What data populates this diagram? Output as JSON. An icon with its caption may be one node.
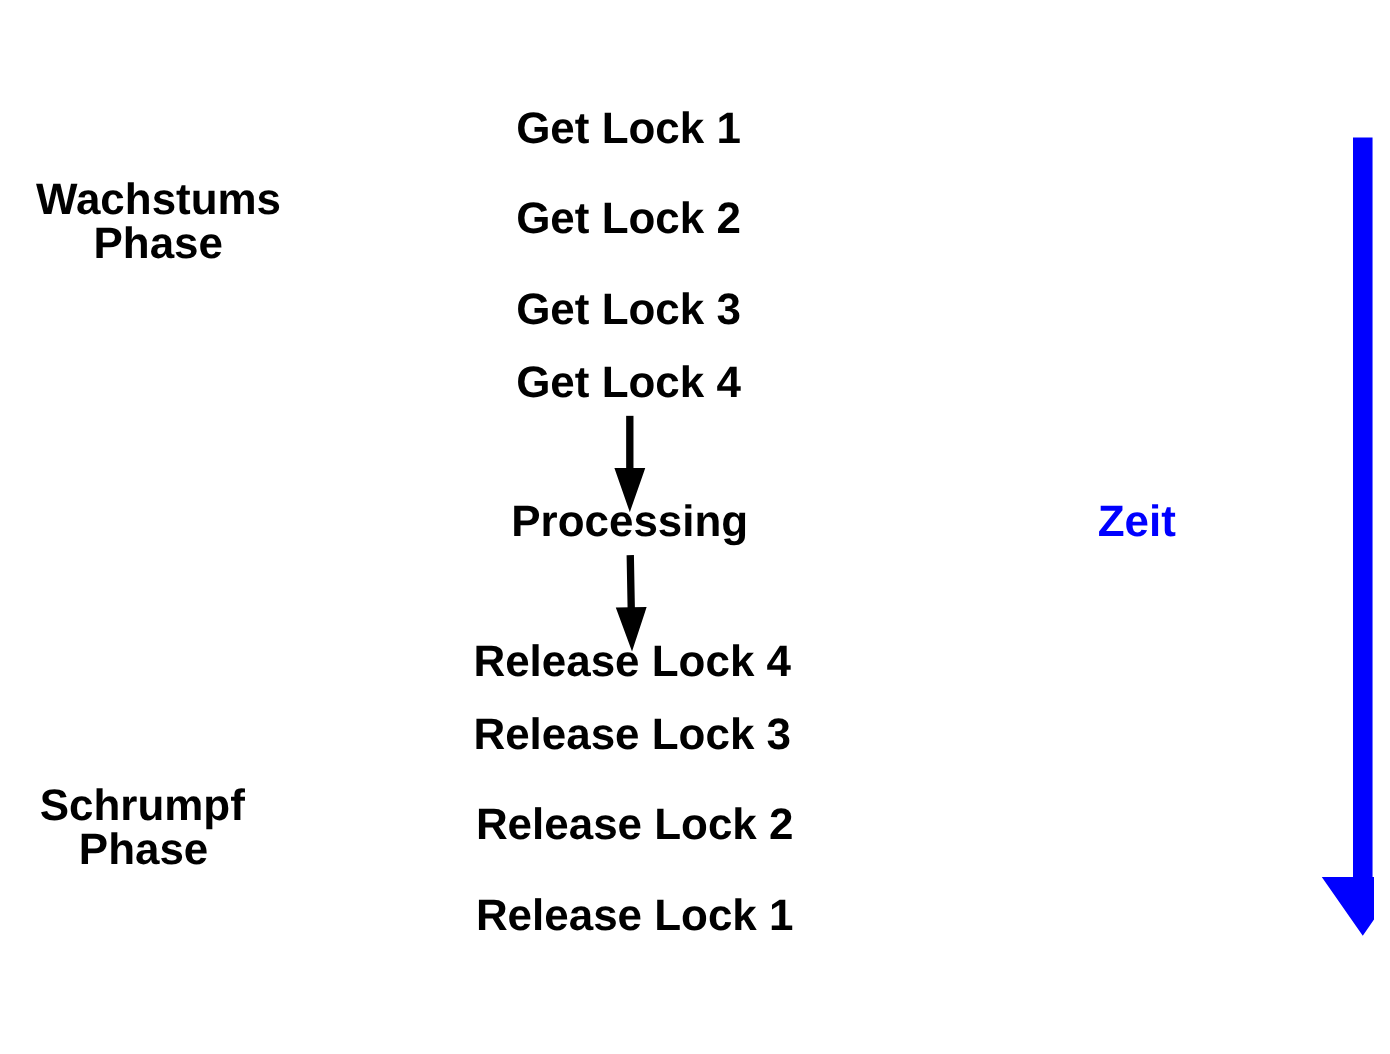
{
  "diagram": {
    "nodes": [
      {
        "text": [
          "Get Lock 4"
        ]
      },
      {
        "text": [
          "Processing"
        ]
      },
      {
        "text": [
          "Release Lock 4"
        ]
      }
    ],
    "edges": [
      {
        "from": 0,
        "to": 1,
        "arrow": "to"
      },
      {
        "from": 1,
        "to": 2,
        "arrow": "to"
      }
    ],
    "labels": [
      "Wachstums Phase",
      "Get Lock 1",
      "Get Lock 2",
      "Get Lock 3",
      "Release Lock 3",
      "Release Lock 2",
      "Release Lock 1",
      "Schrumpf Phase",
      "Zeit"
    ]
  }
}
